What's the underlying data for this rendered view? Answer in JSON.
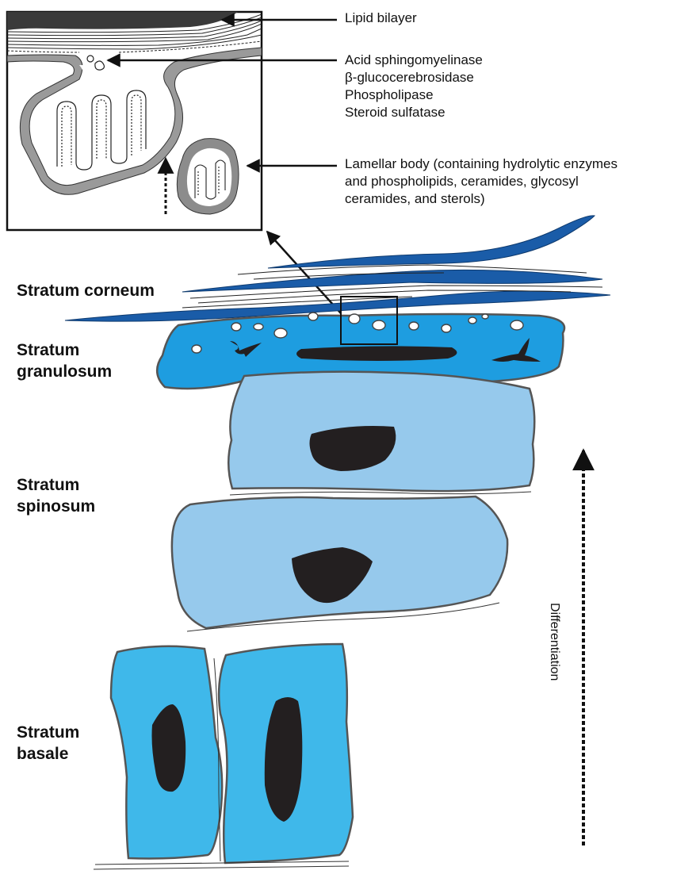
{
  "annotations": {
    "lipid_bilayer": "Lipid bilayer",
    "enzymes": [
      "Acid sphingomyelinase",
      "β-glucocerebrosidase",
      "Phospholipase",
      "Steroid sulfatase"
    ],
    "lamellar_body": [
      "Lamellar body (containing hydrolytic enzymes",
      "and phospholipids, ceramides, glycosyl",
      "ceramides, and sterols)"
    ]
  },
  "layers": {
    "corneum": "Stratum corneum",
    "granulosum": [
      "Stratum",
      "granulosum"
    ],
    "spinosum": [
      "Stratum",
      "spinosum"
    ],
    "basale": [
      "Stratum",
      "basale"
    ]
  },
  "axis": {
    "label": "Differentiation"
  },
  "colors": {
    "corneum_blue": "#1a5ca8",
    "granulosum_blue": "#1e9de0",
    "spinosum_blue": "#96c9ec",
    "basale_blue": "#3fb8ea",
    "nucleus": "#231f20",
    "membrane_gray": "#8c8c8c",
    "inset_dark": "#3a3a3a"
  }
}
